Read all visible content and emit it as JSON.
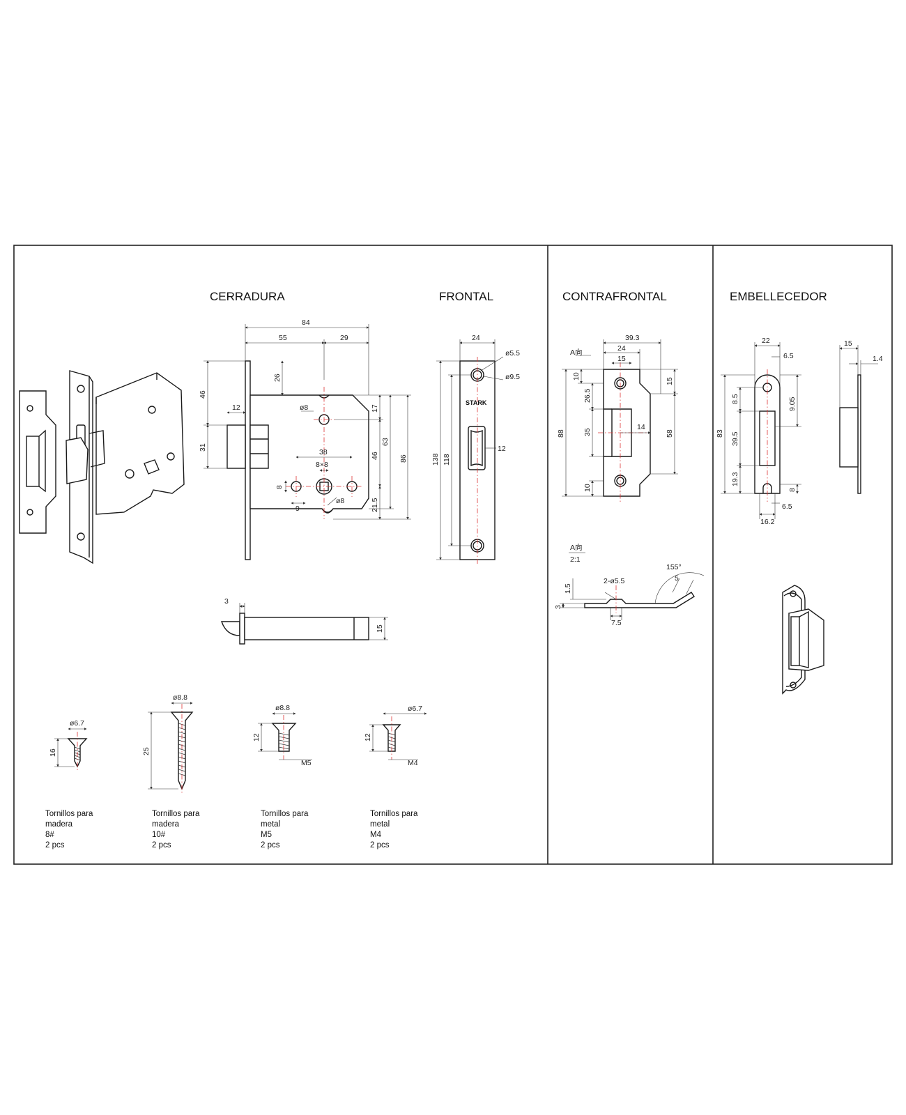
{
  "sections": {
    "cerradura": "CERRADURA",
    "frontal": "FRONTAL",
    "contrafrontal": "CONTRAFRONTAL",
    "embellecedor": "EMBELLECEDOR"
  },
  "brand": "STARK",
  "lock_dims": {
    "d84": "84",
    "d55": "55",
    "d29": "29",
    "d46l": "46",
    "d26": "26",
    "d31": "31",
    "d12": "12",
    "d8a": "ø8",
    "d17": "17",
    "d63": "63",
    "d86": "86",
    "d38": "38",
    "d8x8": "8×8",
    "d46": "46",
    "d8": "8",
    "d9": "9",
    "d8b": "ø8",
    "d21_5": "21.5",
    "d3": "3",
    "d15": "15"
  },
  "frontal_dims": {
    "d24": "24",
    "d5_5": "ø5.5",
    "d9_5": "ø9.5",
    "d138": "138",
    "d118": "118",
    "d12": "12"
  },
  "contra_dims": {
    "d39_3": "39.3",
    "d24": "24",
    "d15a": "15",
    "a_label": "A向",
    "d10a": "10",
    "d26_5": "26.5",
    "d35": "35",
    "d88": "88",
    "d14": "14",
    "d15b": "15",
    "d58": "58",
    "d10b": "10",
    "detail_top": "A向",
    "detail_scale": "2:1",
    "d1_5": "1.5",
    "d3": "3",
    "d2x5_5": "2-ø5.5",
    "d7_5": "7.5",
    "d155": "155°",
    "d5": "5"
  },
  "embel_dims": {
    "d22": "22",
    "d6_5a": "6.5",
    "d8_5": "8.5",
    "d9_05": "9.05",
    "d83": "83",
    "d39_5": "39.5",
    "d19_3": "19.3",
    "d8": "8",
    "d6_5b": "6.5",
    "d16_2": "16.2",
    "d15": "15",
    "d1_4": "1.4"
  },
  "screws": [
    {
      "dia": "ø6.7",
      "len": "16",
      "line1": "Tornillos para",
      "line2": "madera",
      "line3": "8#",
      "line4": "2 pcs"
    },
    {
      "dia": "ø8.8",
      "len": "25",
      "line1": "Tornillos para",
      "line2": "madera",
      "line3": "10#",
      "line4": "2 pcs"
    },
    {
      "dia": "ø8.8",
      "len": "12",
      "thread": "M5",
      "line1": "Tornillos para",
      "line2": "metal",
      "line3": "M5",
      "line4": "2 pcs"
    },
    {
      "dia": "ø6.7",
      "len": "12",
      "thread": "M4",
      "line1": "Tornillos para",
      "line2": "metal",
      "line3": "M4",
      "line4": "2 pcs"
    }
  ]
}
